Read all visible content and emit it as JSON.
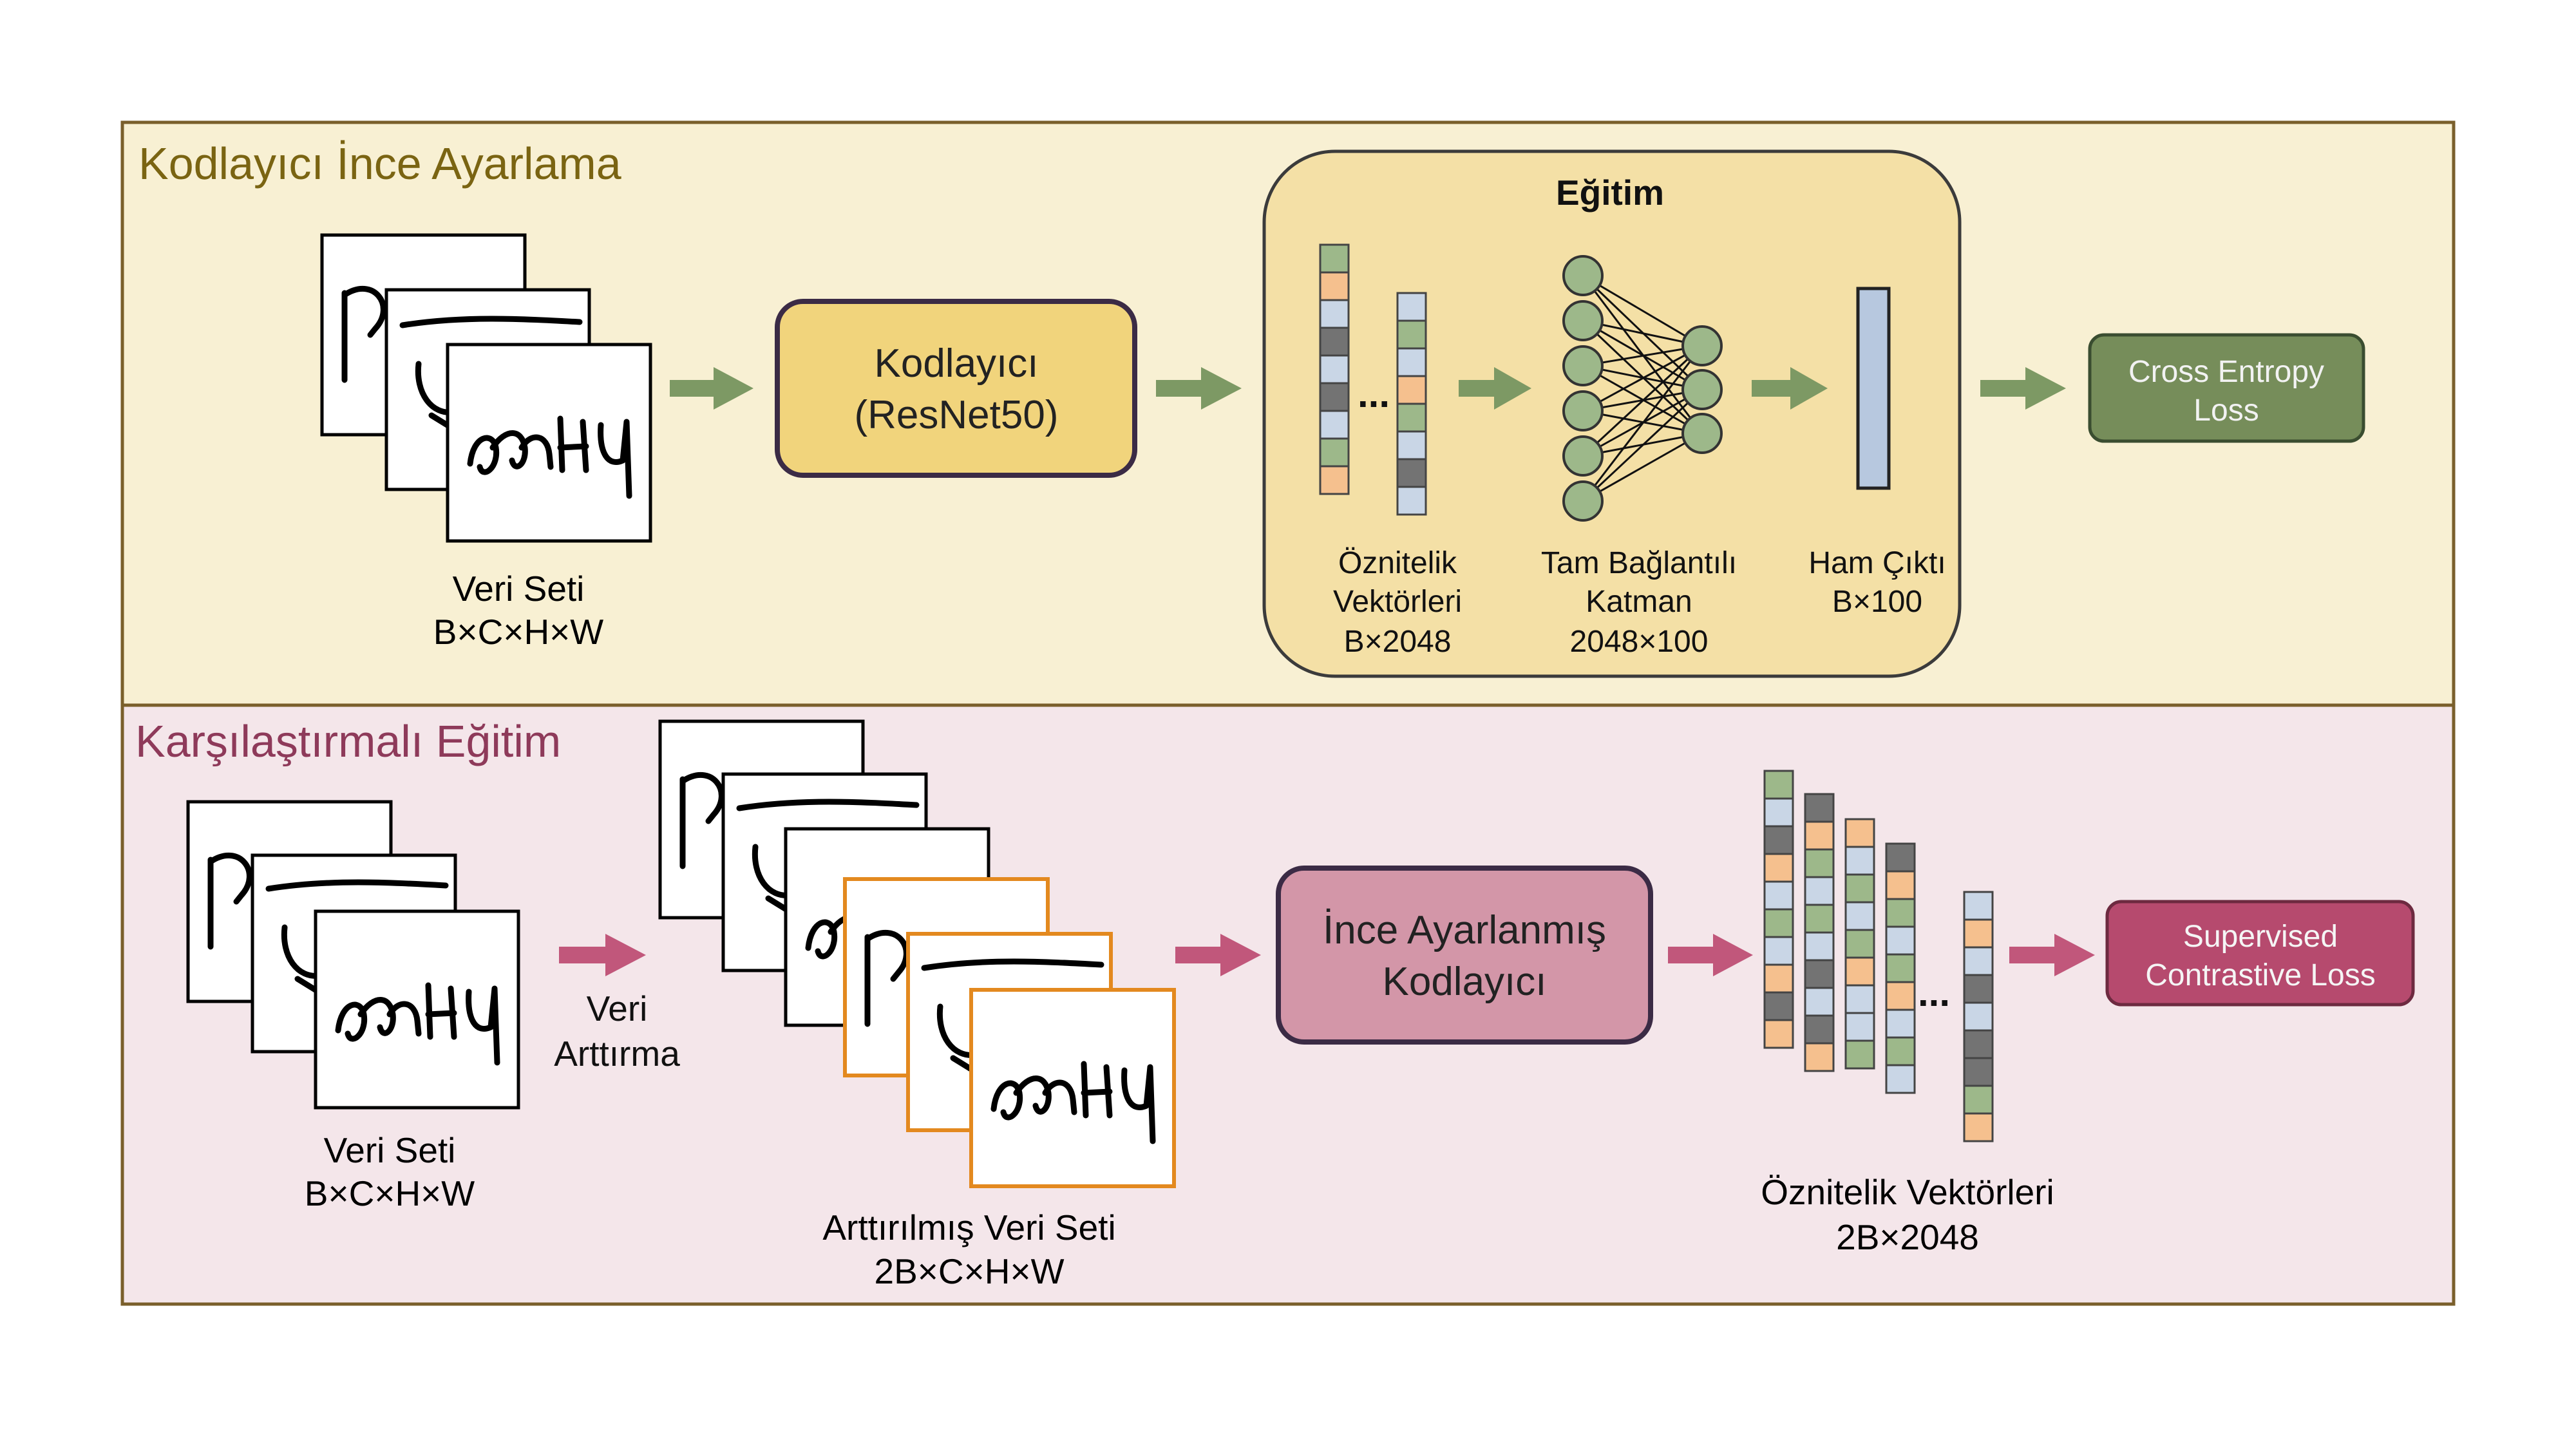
{
  "colors": {
    "top_panel_bg": "#f8f0d3",
    "bottom_panel_bg": "#f4e6ea",
    "panel_border": "#7a5f2b",
    "top_title": "#7a6412",
    "bottom_title": "#8e3a5a",
    "egitim_box_bg": "#f4e0a6",
    "encoder_bg": "#f1d47c",
    "finetuned_encoder_bg": "#d396a8",
    "green_arrow": "#7d9964",
    "pink_arrow": "#c1577b",
    "ce_loss_bg": "#768d5a",
    "supcon_loss_bg": "#b64a6e",
    "orange_border": "#e3891f",
    "cell_green": "#9db88a",
    "cell_orange": "#f5c08e",
    "cell_blue": "#c9d6e6",
    "cell_gray": "#737373",
    "output_bar": "#b7c8df"
  },
  "top_panel": {
    "title": "Kodlayıcı İnce Ayarlama",
    "dataset": {
      "label": "Veri Seti",
      "shape": "B×C×H×W"
    },
    "encoder": {
      "line1": "Kodlayıcı",
      "line2": "(ResNet50)"
    },
    "training_box": {
      "title": "Eğitim",
      "features": {
        "line1": "Öznitelik",
        "line2": "Vektörleri",
        "line3": "B×2048"
      },
      "fc_layer": {
        "line1": "Tam Bağlantılı",
        "line2": "Katman",
        "line3": "2048×100"
      },
      "raw_output": {
        "line1": "Ham Çıktı",
        "line2": "B×100"
      }
    },
    "loss": {
      "line1": "Cross Entropy",
      "line2": "Loss"
    }
  },
  "bottom_panel": {
    "title": "Karşılaştırmalı Eğitim",
    "dataset": {
      "label": "Veri Seti",
      "shape": "B×C×H×W"
    },
    "augmentation": {
      "line1": "Veri",
      "line2": "Arttırma"
    },
    "augmented_dataset": {
      "label": "Arttırılmış Veri Seti",
      "shape": "2B×C×H×W"
    },
    "encoder": {
      "line1": "İnce Ayarlanmış",
      "line2": "Kodlayıcı"
    },
    "features": {
      "label": "Öznitelik Vektörleri",
      "shape": "2B×2048"
    },
    "loss": {
      "line1": "Supervised",
      "line2": "Contrastive Loss"
    }
  },
  "ellipsis": "..."
}
